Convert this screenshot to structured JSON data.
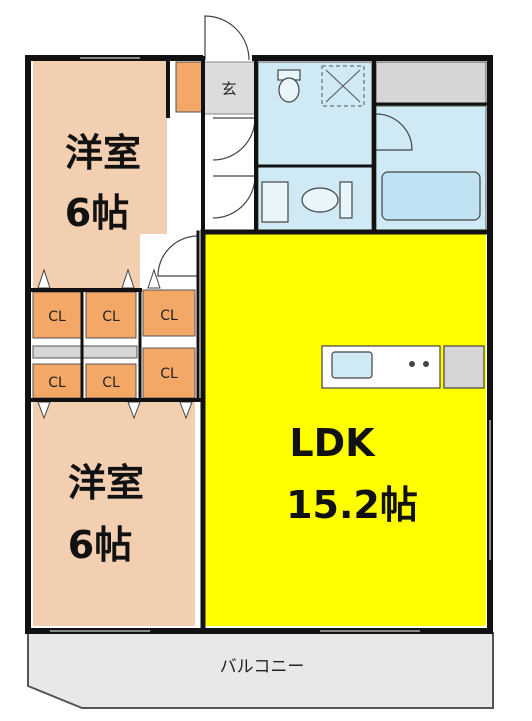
{
  "rooms": {
    "western_room_top": {
      "name": "洋室",
      "size": "6帖"
    },
    "western_room_bottom": {
      "name": "洋室",
      "size": "6帖"
    },
    "ldk": {
      "name": "LDK",
      "size": "15.2帖"
    }
  },
  "labels": {
    "entrance": "玄",
    "closet": "CL",
    "balcony": "バルコニー"
  },
  "colors": {
    "bedroom": "#f2cfb1",
    "ldk": "#ffff00",
    "closet": "#f4a867",
    "wet_area": "#cfe9f5",
    "fixture_gray": "#d6d6d6",
    "wall": "#111111",
    "balcony": "#e8e8e8"
  }
}
